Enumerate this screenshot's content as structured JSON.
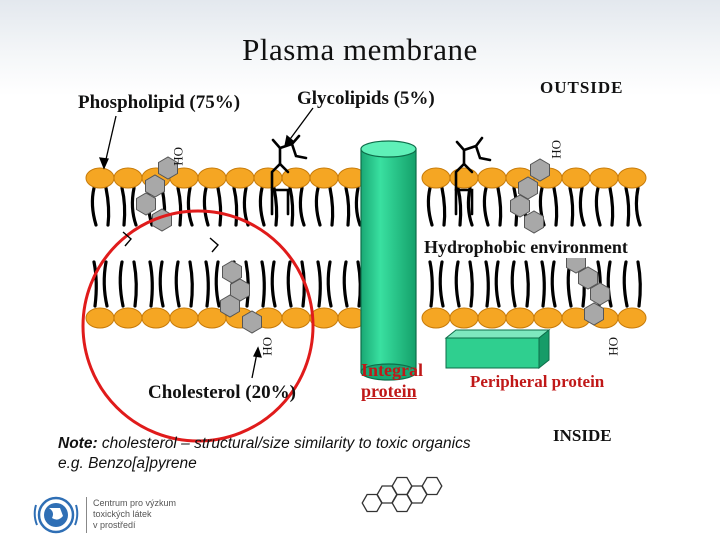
{
  "title": "Plasma membrane",
  "labels": {
    "phospholipid": "Phospholipid (75%)",
    "glycolipids": "Glycolipids (5%)",
    "outside": "OUTSIDE",
    "inside": "INSIDE",
    "hydrophobic": "Hydrophobic environment",
    "cholesterol": "Cholesterol (20%)",
    "integral_line1": "Integral",
    "integral_line2": "protein",
    "peripheral": "Peripheral protein",
    "oh": "OH"
  },
  "note": {
    "prefix": "Note:",
    "text": " cholesterol – structural/size similarity to toxic organics e.g. Benzo[a]pyrene"
  },
  "logo": {
    "line1": "Centrum pro výzkum",
    "line2": "toxických látek",
    "line3": "v prostředí"
  },
  "colors": {
    "head": "#f5a623",
    "head_stroke": "#c77b0a",
    "cholesterol": "#a8a8a8",
    "integral": "#22c98a",
    "peripheral": "#2fcf8f",
    "circle": "#e01b1b",
    "label_red": "#c01818",
    "logo_blue": "#2f6fb5"
  }
}
